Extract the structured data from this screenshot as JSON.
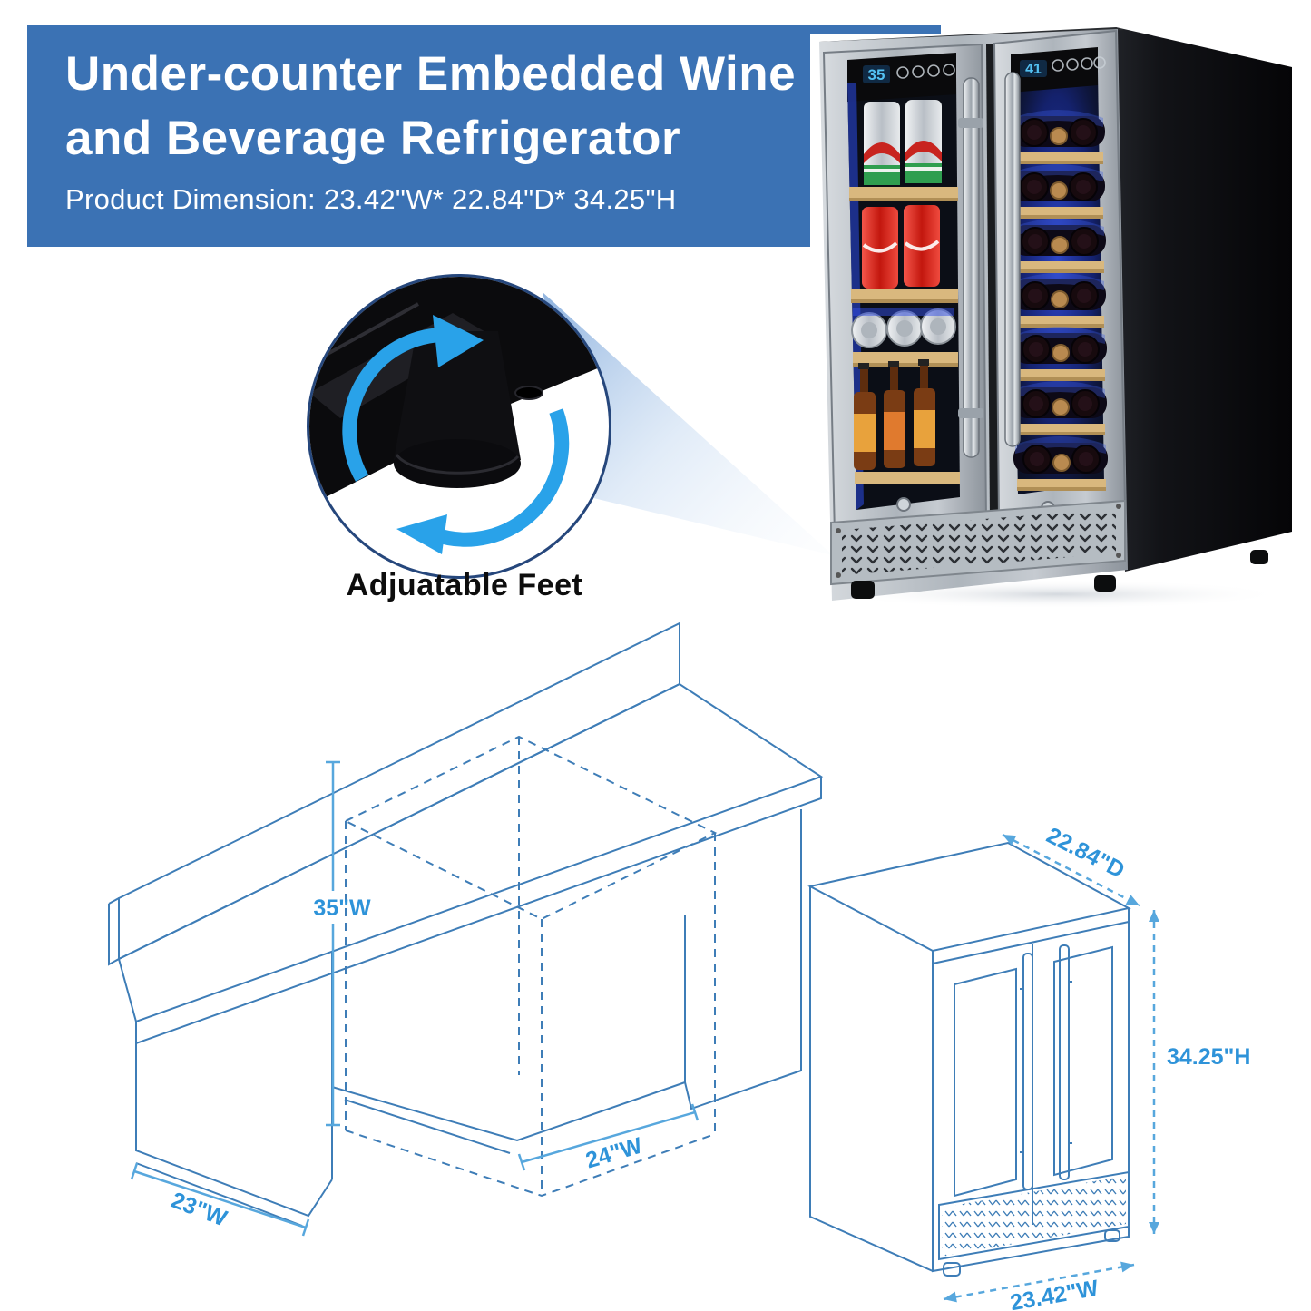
{
  "banner": {
    "title_line1": "Under-counter Embedded Wine",
    "title_line2": "and Beverage Refrigerator",
    "subtitle": "Product Dimension: 23.42\"W* 22.84\"D* 34.25\"H",
    "bg_color": "#3B72B4",
    "text_color": "#FFFFFF"
  },
  "callout": {
    "label": "Adjuatable Feet",
    "arrow_color": "#29A2E9"
  },
  "photo": {
    "left_zone_temp": "35",
    "right_zone_temp": "41",
    "led_color": "#53C1F2"
  },
  "diagram": {
    "line_color": "#3E7DB7",
    "dim_color": "#2E93D9",
    "counter": {
      "height_label": "35\"W",
      "niche_width_label": "24\"W",
      "left_width_label": "23\"W"
    },
    "fridge": {
      "depth_label": "22.84\"D",
      "height_label": "34.25\"H",
      "width_label": "23.42\"W"
    }
  }
}
